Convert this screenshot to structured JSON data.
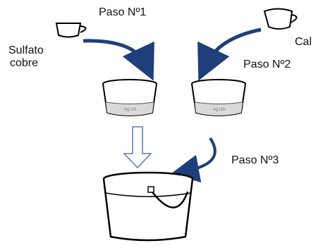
{
  "steps": {
    "step1": "Paso Nº1",
    "step2": "Paso Nº2",
    "step3": "Paso Nº3"
  },
  "ingredients": {
    "sulfato_line1": "Sulfato",
    "sulfato_line2": "cobre",
    "cal": "Cal"
  },
  "containers": {
    "left_cup_label": "Ag UA",
    "right_cup_label": "Ag UA"
  },
  "colors": {
    "arrow": "#1f3f7a",
    "water": "#d9d9d9",
    "stroke": "#000000"
  },
  "icons": [
    "teacup-icon",
    "curved-arrow-icon",
    "hollow-down-arrow-icon",
    "bucket-icon"
  ]
}
